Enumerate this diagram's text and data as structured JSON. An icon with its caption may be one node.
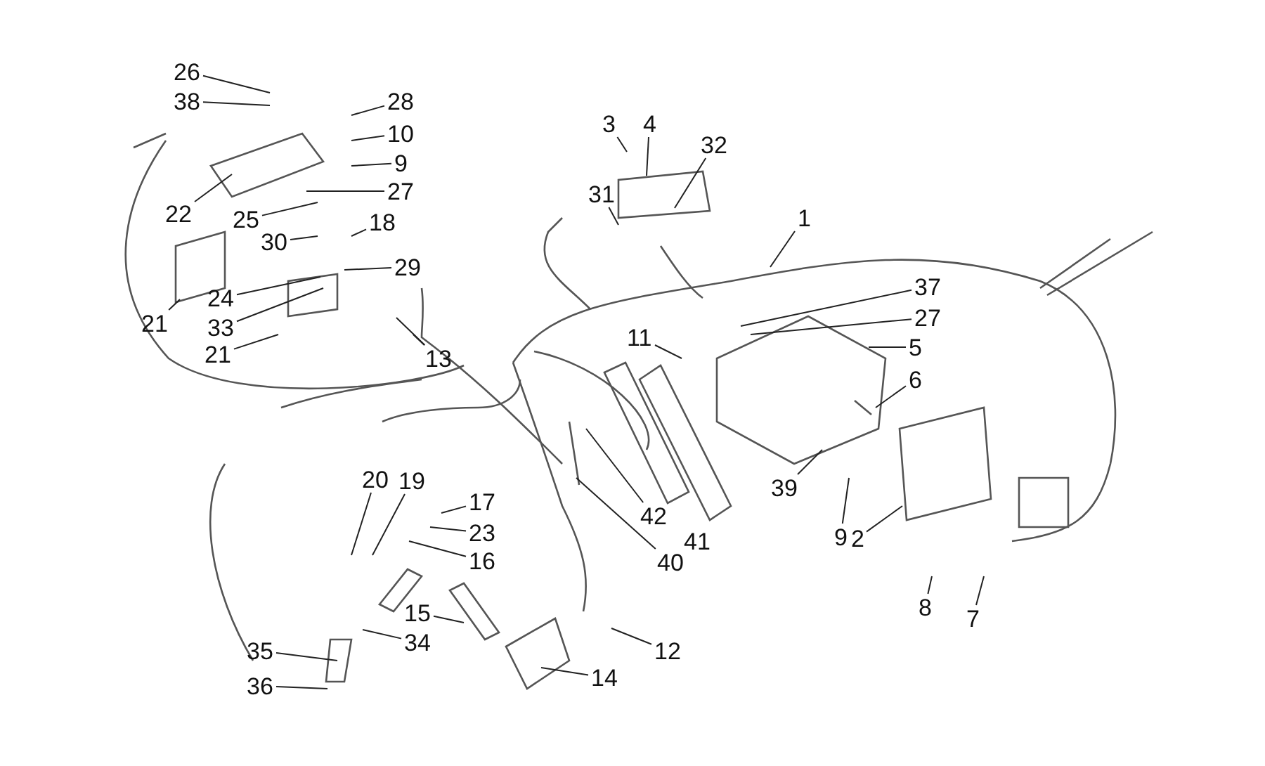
{
  "diagram": {
    "nodes": [
      {
        "text": [
          "26"
        ]
      },
      {
        "text": [
          "38"
        ]
      },
      {
        "text": [
          "28"
        ]
      },
      {
        "text": [
          "3"
        ]
      },
      {
        "text": [
          "4"
        ]
      },
      {
        "text": [
          "10"
        ]
      },
      {
        "text": [
          "32"
        ]
      },
      {
        "text": [
          "9"
        ]
      },
      {
        "text": [
          "27"
        ]
      },
      {
        "text": [
          "31"
        ]
      },
      {
        "text": [
          "22"
        ]
      },
      {
        "text": [
          "18"
        ]
      },
      {
        "text": [
          "1"
        ]
      },
      {
        "text": [
          "25"
        ]
      },
      {
        "text": [
          "30"
        ]
      },
      {
        "text": [
          "29"
        ]
      },
      {
        "text": [
          "37"
        ]
      },
      {
        "text": [
          "24"
        ]
      },
      {
        "text": [
          "27"
        ]
      },
      {
        "text": [
          "21"
        ]
      },
      {
        "text": [
          "33"
        ]
      },
      {
        "text": [
          "11"
        ]
      },
      {
        "text": [
          "5"
        ]
      },
      {
        "text": [
          "21"
        ]
      },
      {
        "text": [
          "13"
        ]
      },
      {
        "text": [
          "6"
        ]
      },
      {
        "text": [
          "20"
        ]
      },
      {
        "text": [
          "19"
        ]
      },
      {
        "text": [
          "39"
        ]
      },
      {
        "text": [
          "17"
        ]
      },
      {
        "text": [
          "42"
        ]
      },
      {
        "text": [
          "23"
        ]
      },
      {
        "text": [
          "9"
        ]
      },
      {
        "text": [
          "2"
        ]
      },
      {
        "text": [
          "41"
        ]
      },
      {
        "text": [
          "16"
        ]
      },
      {
        "text": [
          "40"
        ]
      },
      {
        "text": [
          "8"
        ]
      },
      {
        "text": [
          "15"
        ]
      },
      {
        "text": [
          "7"
        ]
      },
      {
        "text": [
          "34"
        ]
      },
      {
        "text": [
          "35"
        ]
      },
      {
        "text": [
          "12"
        ]
      },
      {
        "text": [
          "14"
        ]
      },
      {
        "text": [
          "36"
        ]
      }
    ],
    "edges": [
      {
        "from": 0,
        "to": null,
        "arrow": "none"
      },
      {
        "from": 1,
        "to": null,
        "arrow": "none"
      },
      {
        "from": 2,
        "to": null,
        "arrow": "none"
      },
      {
        "from": 3,
        "to": null,
        "arrow": "none"
      },
      {
        "from": 4,
        "to": null,
        "arrow": "none"
      },
      {
        "from": 5,
        "to": null,
        "arrow": "none"
      },
      {
        "from": 6,
        "to": null,
        "arrow": "none"
      },
      {
        "from": 7,
        "to": null,
        "arrow": "none"
      },
      {
        "from": 8,
        "to": null,
        "arrow": "none"
      },
      {
        "from": 9,
        "to": null,
        "arrow": "none"
      },
      {
        "from": 10,
        "to": null,
        "arrow": "none"
      },
      {
        "from": 11,
        "to": null,
        "arrow": "none"
      },
      {
        "from": 12,
        "to": null,
        "arrow": "none"
      },
      {
        "from": 13,
        "to": null,
        "arrow": "none"
      },
      {
        "from": 14,
        "to": null,
        "arrow": "none"
      },
      {
        "from": 15,
        "to": null,
        "arrow": "none"
      },
      {
        "from": 16,
        "to": null,
        "arrow": "none"
      },
      {
        "from": 17,
        "to": null,
        "arrow": "none"
      },
      {
        "from": 18,
        "to": null,
        "arrow": "none"
      },
      {
        "from": 19,
        "to": null,
        "arrow": "none"
      },
      {
        "from": 20,
        "to": null,
        "arrow": "none"
      },
      {
        "from": 21,
        "to": null,
        "arrow": "none"
      },
      {
        "from": 22,
        "to": null,
        "arrow": "none"
      },
      {
        "from": 23,
        "to": null,
        "arrow": "none"
      },
      {
        "from": 24,
        "to": null,
        "arrow": "none"
      },
      {
        "from": 24,
        "to": null,
        "arrow": "none"
      },
      {
        "from": 25,
        "to": null,
        "arrow": "none"
      },
      {
        "from": 26,
        "to": null,
        "arrow": "none"
      },
      {
        "from": 27,
        "to": null,
        "arrow": "none"
      },
      {
        "from": 28,
        "to": null,
        "arrow": "none"
      },
      {
        "from": 29,
        "to": null,
        "arrow": "none"
      },
      {
        "from": 30,
        "to": null,
        "arrow": "none"
      },
      {
        "from": 31,
        "to": null,
        "arrow": "none"
      },
      {
        "from": 32,
        "to": null,
        "arrow": "none"
      },
      {
        "from": 33,
        "to": null,
        "arrow": "none"
      },
      {
        "from": 35,
        "to": null,
        "arrow": "none"
      },
      {
        "from": 36,
        "to": null,
        "arrow": "none"
      },
      {
        "from": 37,
        "to": null,
        "arrow": "none"
      },
      {
        "from": 38,
        "to": null,
        "arrow": "none"
      },
      {
        "from": 39,
        "to": null,
        "arrow": "none"
      },
      {
        "from": 40,
        "to": null,
        "arrow": "none"
      },
      {
        "from": 41,
        "to": null,
        "arrow": "none"
      },
      {
        "from": 42,
        "to": null,
        "arrow": "none"
      },
      {
        "from": 43,
        "to": null,
        "arrow": "none"
      },
      {
        "from": 44,
        "to": null,
        "arrow": "none"
      }
    ]
  }
}
